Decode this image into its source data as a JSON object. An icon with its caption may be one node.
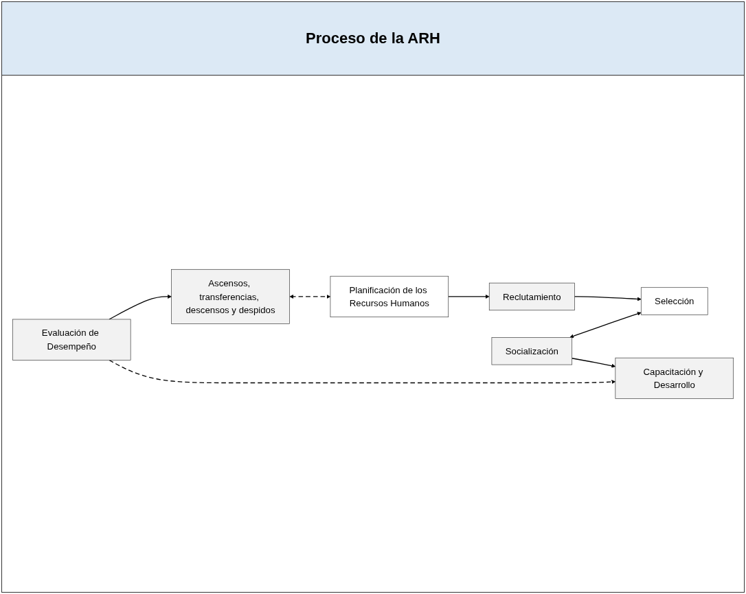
{
  "diagram": {
    "title": "Proceso de la ARH",
    "nodes": [
      {
        "text": [
          "Planificación de los Recursos Humanos"
        ]
      },
      {
        "text": [
          "Reclutamiento"
        ]
      },
      {
        "text": [
          "Selección"
        ]
      },
      {
        "text": [
          "Capacitación y Desarrollo"
        ]
      },
      {
        "text": [
          "Socialización"
        ]
      },
      {
        "text": [
          "Evaluación de Desempeño"
        ]
      },
      {
        "text": [
          "Ascensos, transferencias, descensos y despidos"
        ]
      }
    ],
    "edges": [
      {
        "from": 0,
        "to": 1,
        "arrow": "to"
      },
      {
        "from": 1,
        "to": 2,
        "arrow": "to"
      },
      {
        "from": 4,
        "to": 2,
        "arrow": "both"
      },
      {
        "from": 4,
        "to": 3,
        "arrow": "to"
      },
      {
        "from": 5,
        "to": 6,
        "arrow": "to"
      },
      {
        "from": 5,
        "to": 3,
        "arrow": "to",
        "style": "dashed"
      },
      {
        "from": 6,
        "to": 0,
        "arrow": "both",
        "style": "dashed"
      }
    ]
  }
}
